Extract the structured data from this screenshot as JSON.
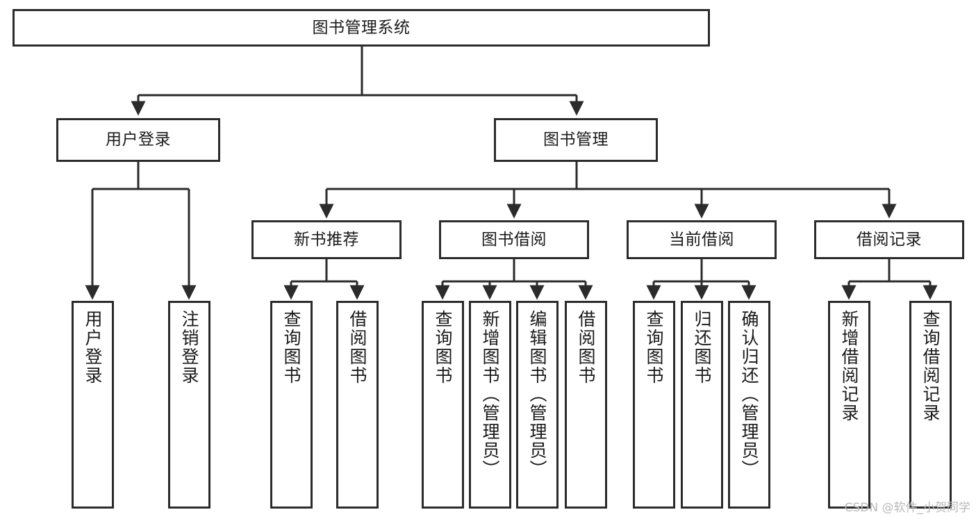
{
  "diagram": {
    "title": "图书管理系统",
    "type": "tree",
    "watermark": "CSDN @软件_小贺同学",
    "colors": {
      "stroke": "#2b2b2b",
      "fill": "#ffffff",
      "text": "#1a1a1a",
      "watermark": "#b9b9b9"
    },
    "nodes": {
      "root": {
        "label": "图书管理系统"
      },
      "level2": [
        {
          "id": "user-login",
          "label": "用户登录"
        },
        {
          "id": "book-manage",
          "label": "图书管理"
        }
      ],
      "level3": [
        {
          "id": "new-book-recommend",
          "label": "新书推荐"
        },
        {
          "id": "book-borrow",
          "label": "图书借阅"
        },
        {
          "id": "current-borrow",
          "label": "当前借阅"
        },
        {
          "id": "borrow-record",
          "label": "借阅记录"
        }
      ],
      "leaves": {
        "user-login": [
          {
            "id": "leaf-user-login",
            "label": "用户登录"
          },
          {
            "id": "leaf-logout",
            "label": "注销登录"
          }
        ],
        "new-book-recommend": [
          {
            "id": "leaf-query-book-1",
            "label": "查询图书"
          },
          {
            "id": "leaf-borrow-book-1",
            "label": "借阅图书"
          }
        ],
        "book-borrow": [
          {
            "id": "leaf-query-book-2",
            "label": "查询图书"
          },
          {
            "id": "leaf-add-book",
            "label": "新增图书（管理员）"
          },
          {
            "id": "leaf-edit-book",
            "label": "编辑图书（管理员）"
          },
          {
            "id": "leaf-borrow-book-2",
            "label": "借阅图书"
          }
        ],
        "current-borrow": [
          {
            "id": "leaf-query-book-3",
            "label": "查询图书"
          },
          {
            "id": "leaf-return-book",
            "label": "归还图书"
          },
          {
            "id": "leaf-confirm-return",
            "label": "确认归还（管理员）"
          }
        ],
        "borrow-record": [
          {
            "id": "leaf-add-record",
            "label": "新增借阅记录"
          },
          {
            "id": "leaf-query-record",
            "label": "查询借阅记录"
          }
        ]
      }
    }
  }
}
